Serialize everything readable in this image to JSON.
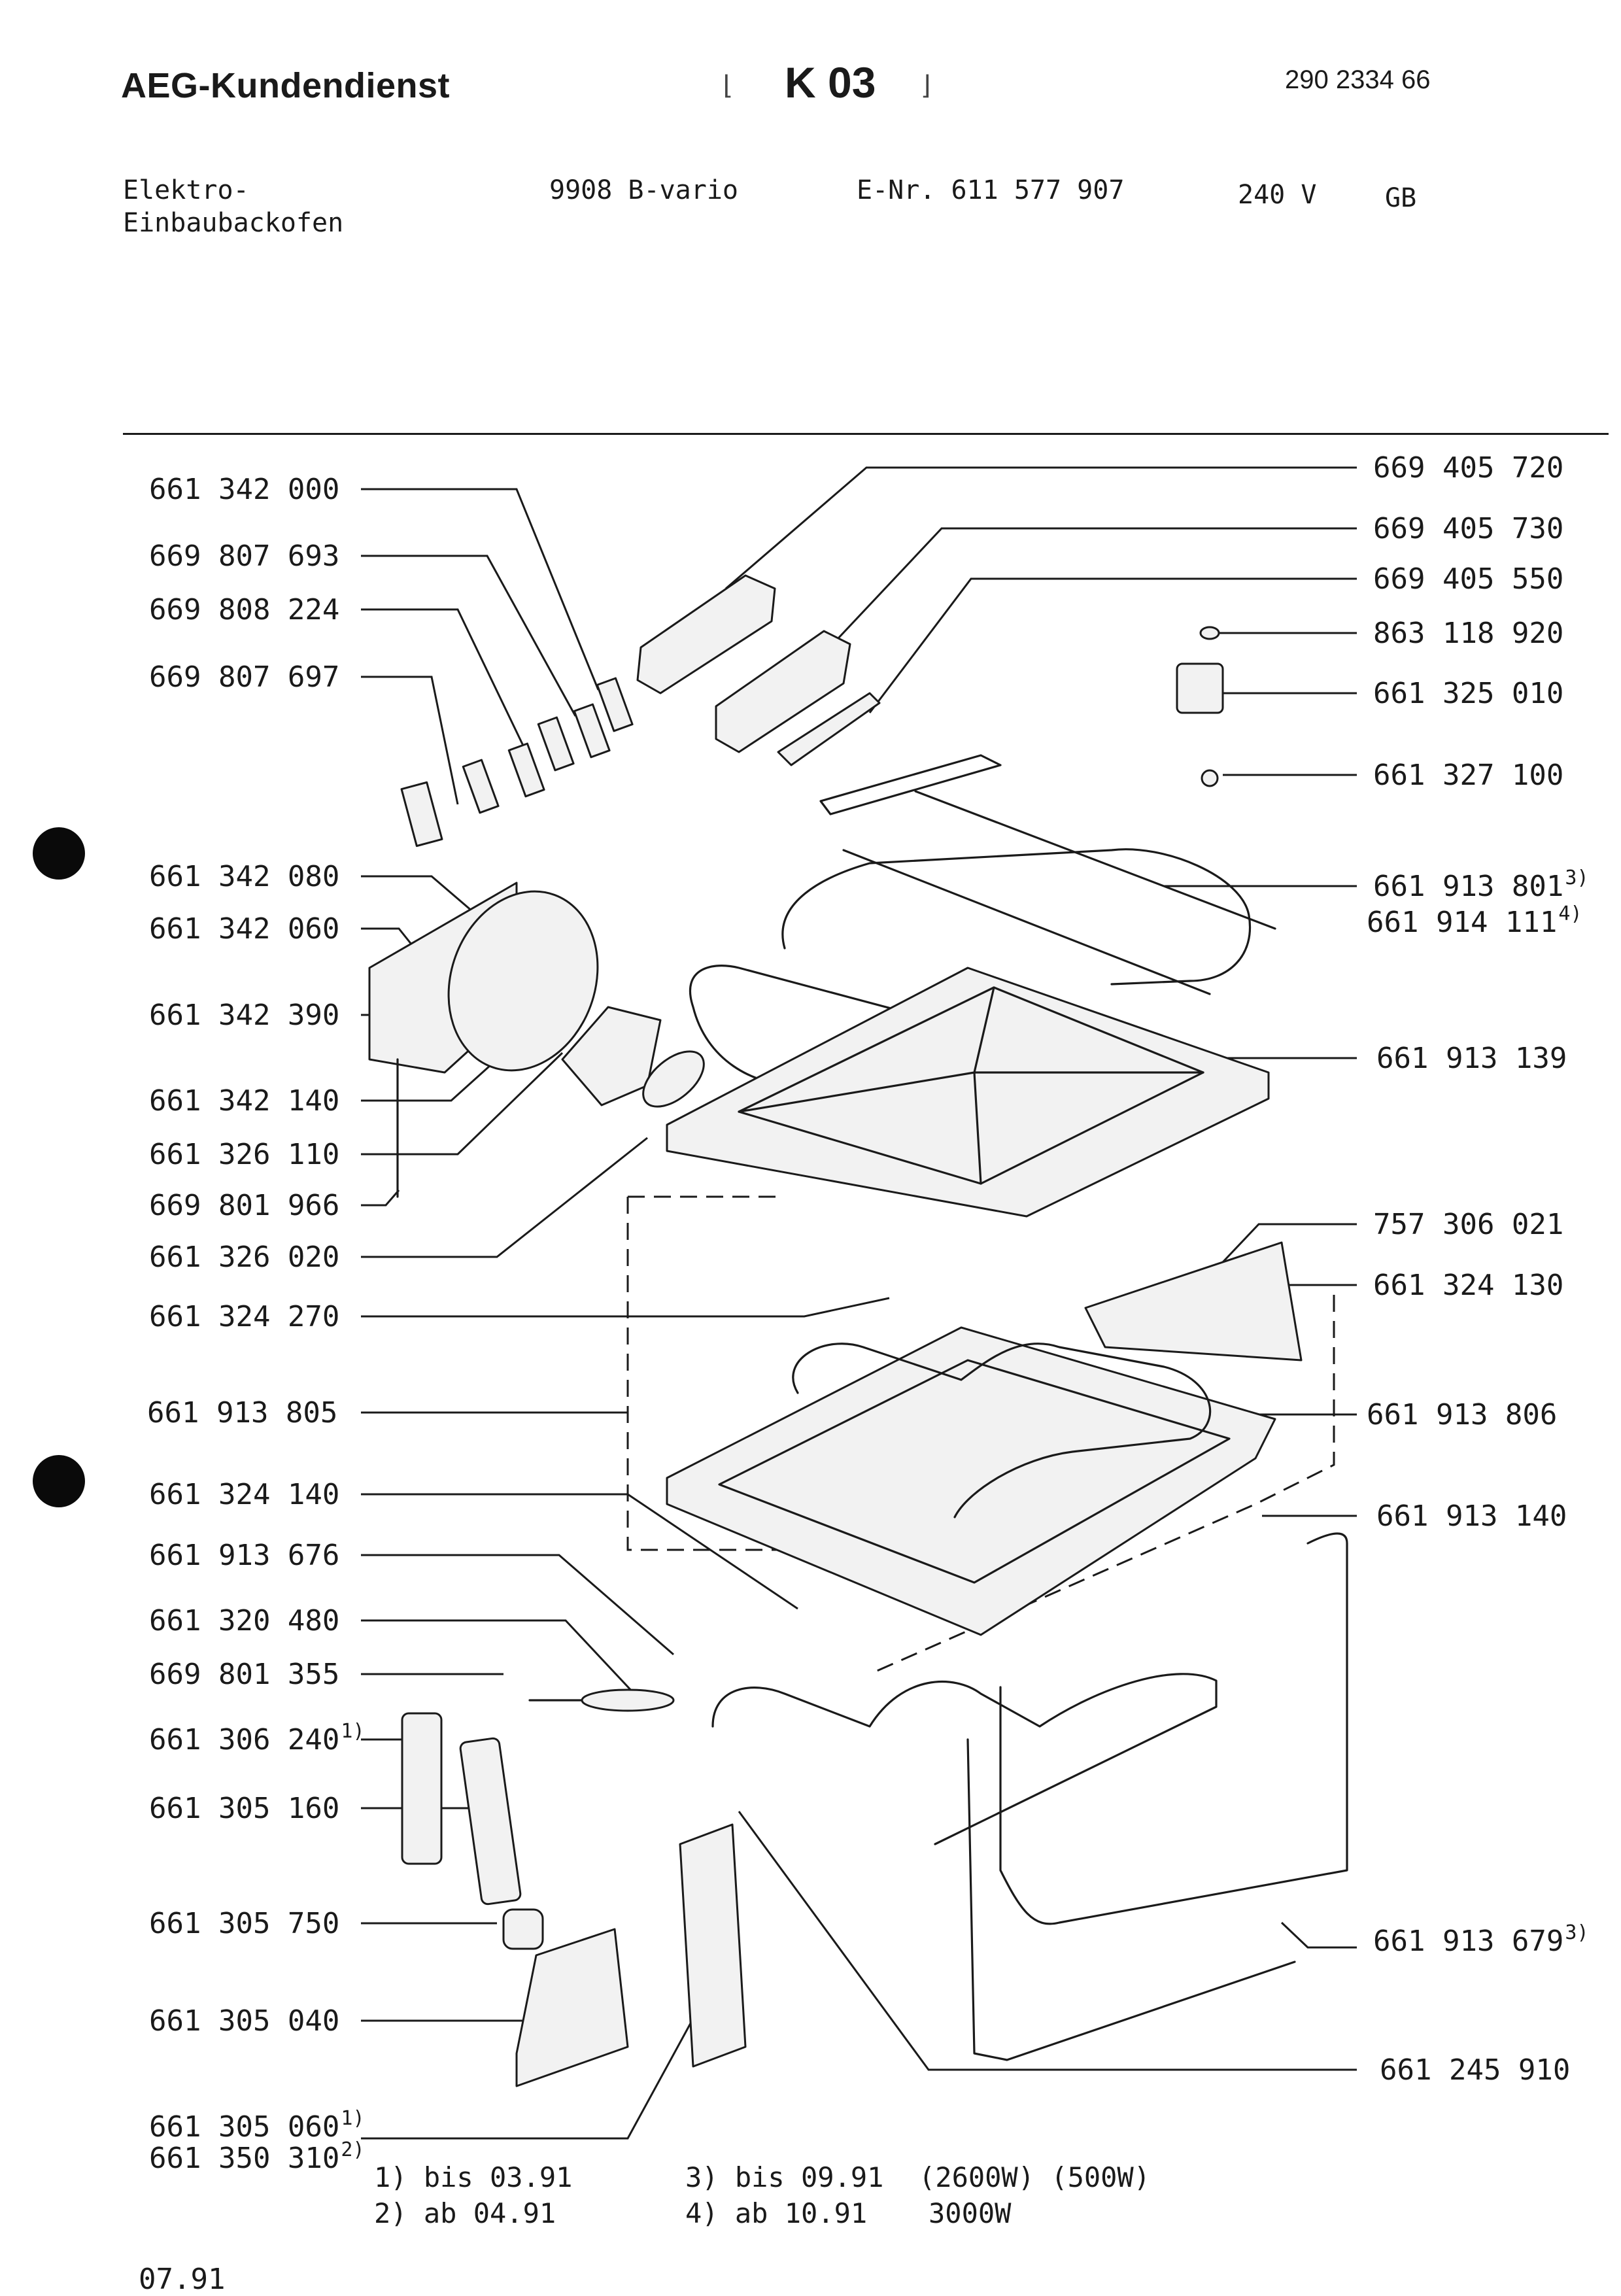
{
  "header": {
    "brand": "AEG-Kundendienst",
    "code": "K 03",
    "doc_number": "290 2334 66"
  },
  "product": {
    "type_line1": "Elektro-",
    "type_line2": "Einbaubackofen",
    "model": "9908 B-vario",
    "e_nr": "E-Nr. 611 577 907",
    "voltage": "240 V",
    "country": "GB"
  },
  "parts_left": [
    {
      "number": "661 342 000",
      "note": ""
    },
    {
      "number": "669 807 693",
      "note": ""
    },
    {
      "number": "669 808 224",
      "note": ""
    },
    {
      "number": "669 807 697",
      "note": ""
    },
    {
      "number": "661 342 080",
      "note": ""
    },
    {
      "number": "661 342 060",
      "note": ""
    },
    {
      "number": "661 342 390",
      "note": ""
    },
    {
      "number": "661 342 140",
      "note": ""
    },
    {
      "number": "661 326 110",
      "note": ""
    },
    {
      "number": "669 801 966",
      "note": ""
    },
    {
      "number": "661 326 020",
      "note": ""
    },
    {
      "number": "661 324 270",
      "note": ""
    },
    {
      "number": "661 913 805",
      "note": ""
    },
    {
      "number": "661 324 140",
      "note": ""
    },
    {
      "number": "661 913 676",
      "note": ""
    },
    {
      "number": "661 320 480",
      "note": ""
    },
    {
      "number": "669 801 355",
      "note": ""
    },
    {
      "number": "661 306 240",
      "note": "1)"
    },
    {
      "number": "661 305 160",
      "note": ""
    },
    {
      "number": "661 305 750",
      "note": ""
    },
    {
      "number": "661 305 040",
      "note": ""
    },
    {
      "number": "661 305 060",
      "note": "1)"
    },
    {
      "number": "661 350 310",
      "note": "2)"
    }
  ],
  "parts_right": [
    {
      "number": "669 405 720",
      "note": ""
    },
    {
      "number": "669 405 730",
      "note": ""
    },
    {
      "number": "669 405 550",
      "note": ""
    },
    {
      "number": "863 118 920",
      "note": ""
    },
    {
      "number": "661 325 010",
      "note": ""
    },
    {
      "number": "661 327 100",
      "note": ""
    },
    {
      "number": "661 913 801",
      "note": "3)"
    },
    {
      "number": "661 914 111",
      "note": "4)"
    },
    {
      "number": "661 913 139",
      "note": ""
    },
    {
      "number": "757 306 021",
      "note": ""
    },
    {
      "number": "661 324 130",
      "note": ""
    },
    {
      "number": "661 913 806",
      "note": ""
    },
    {
      "number": "661 913 140",
      "note": ""
    },
    {
      "number": "661 913 679",
      "note": "3)"
    },
    {
      "number": "661 245 910",
      "note": ""
    }
  ],
  "footnotes": {
    "n1": "1) bis 03.91",
    "n2": "2) ab 04.91",
    "n3": "3) bis 09.91",
    "n3_power": "(2600W) (500W)",
    "n4": "4) ab  10.91",
    "n4_power": "3000W"
  },
  "date": "07.91"
}
